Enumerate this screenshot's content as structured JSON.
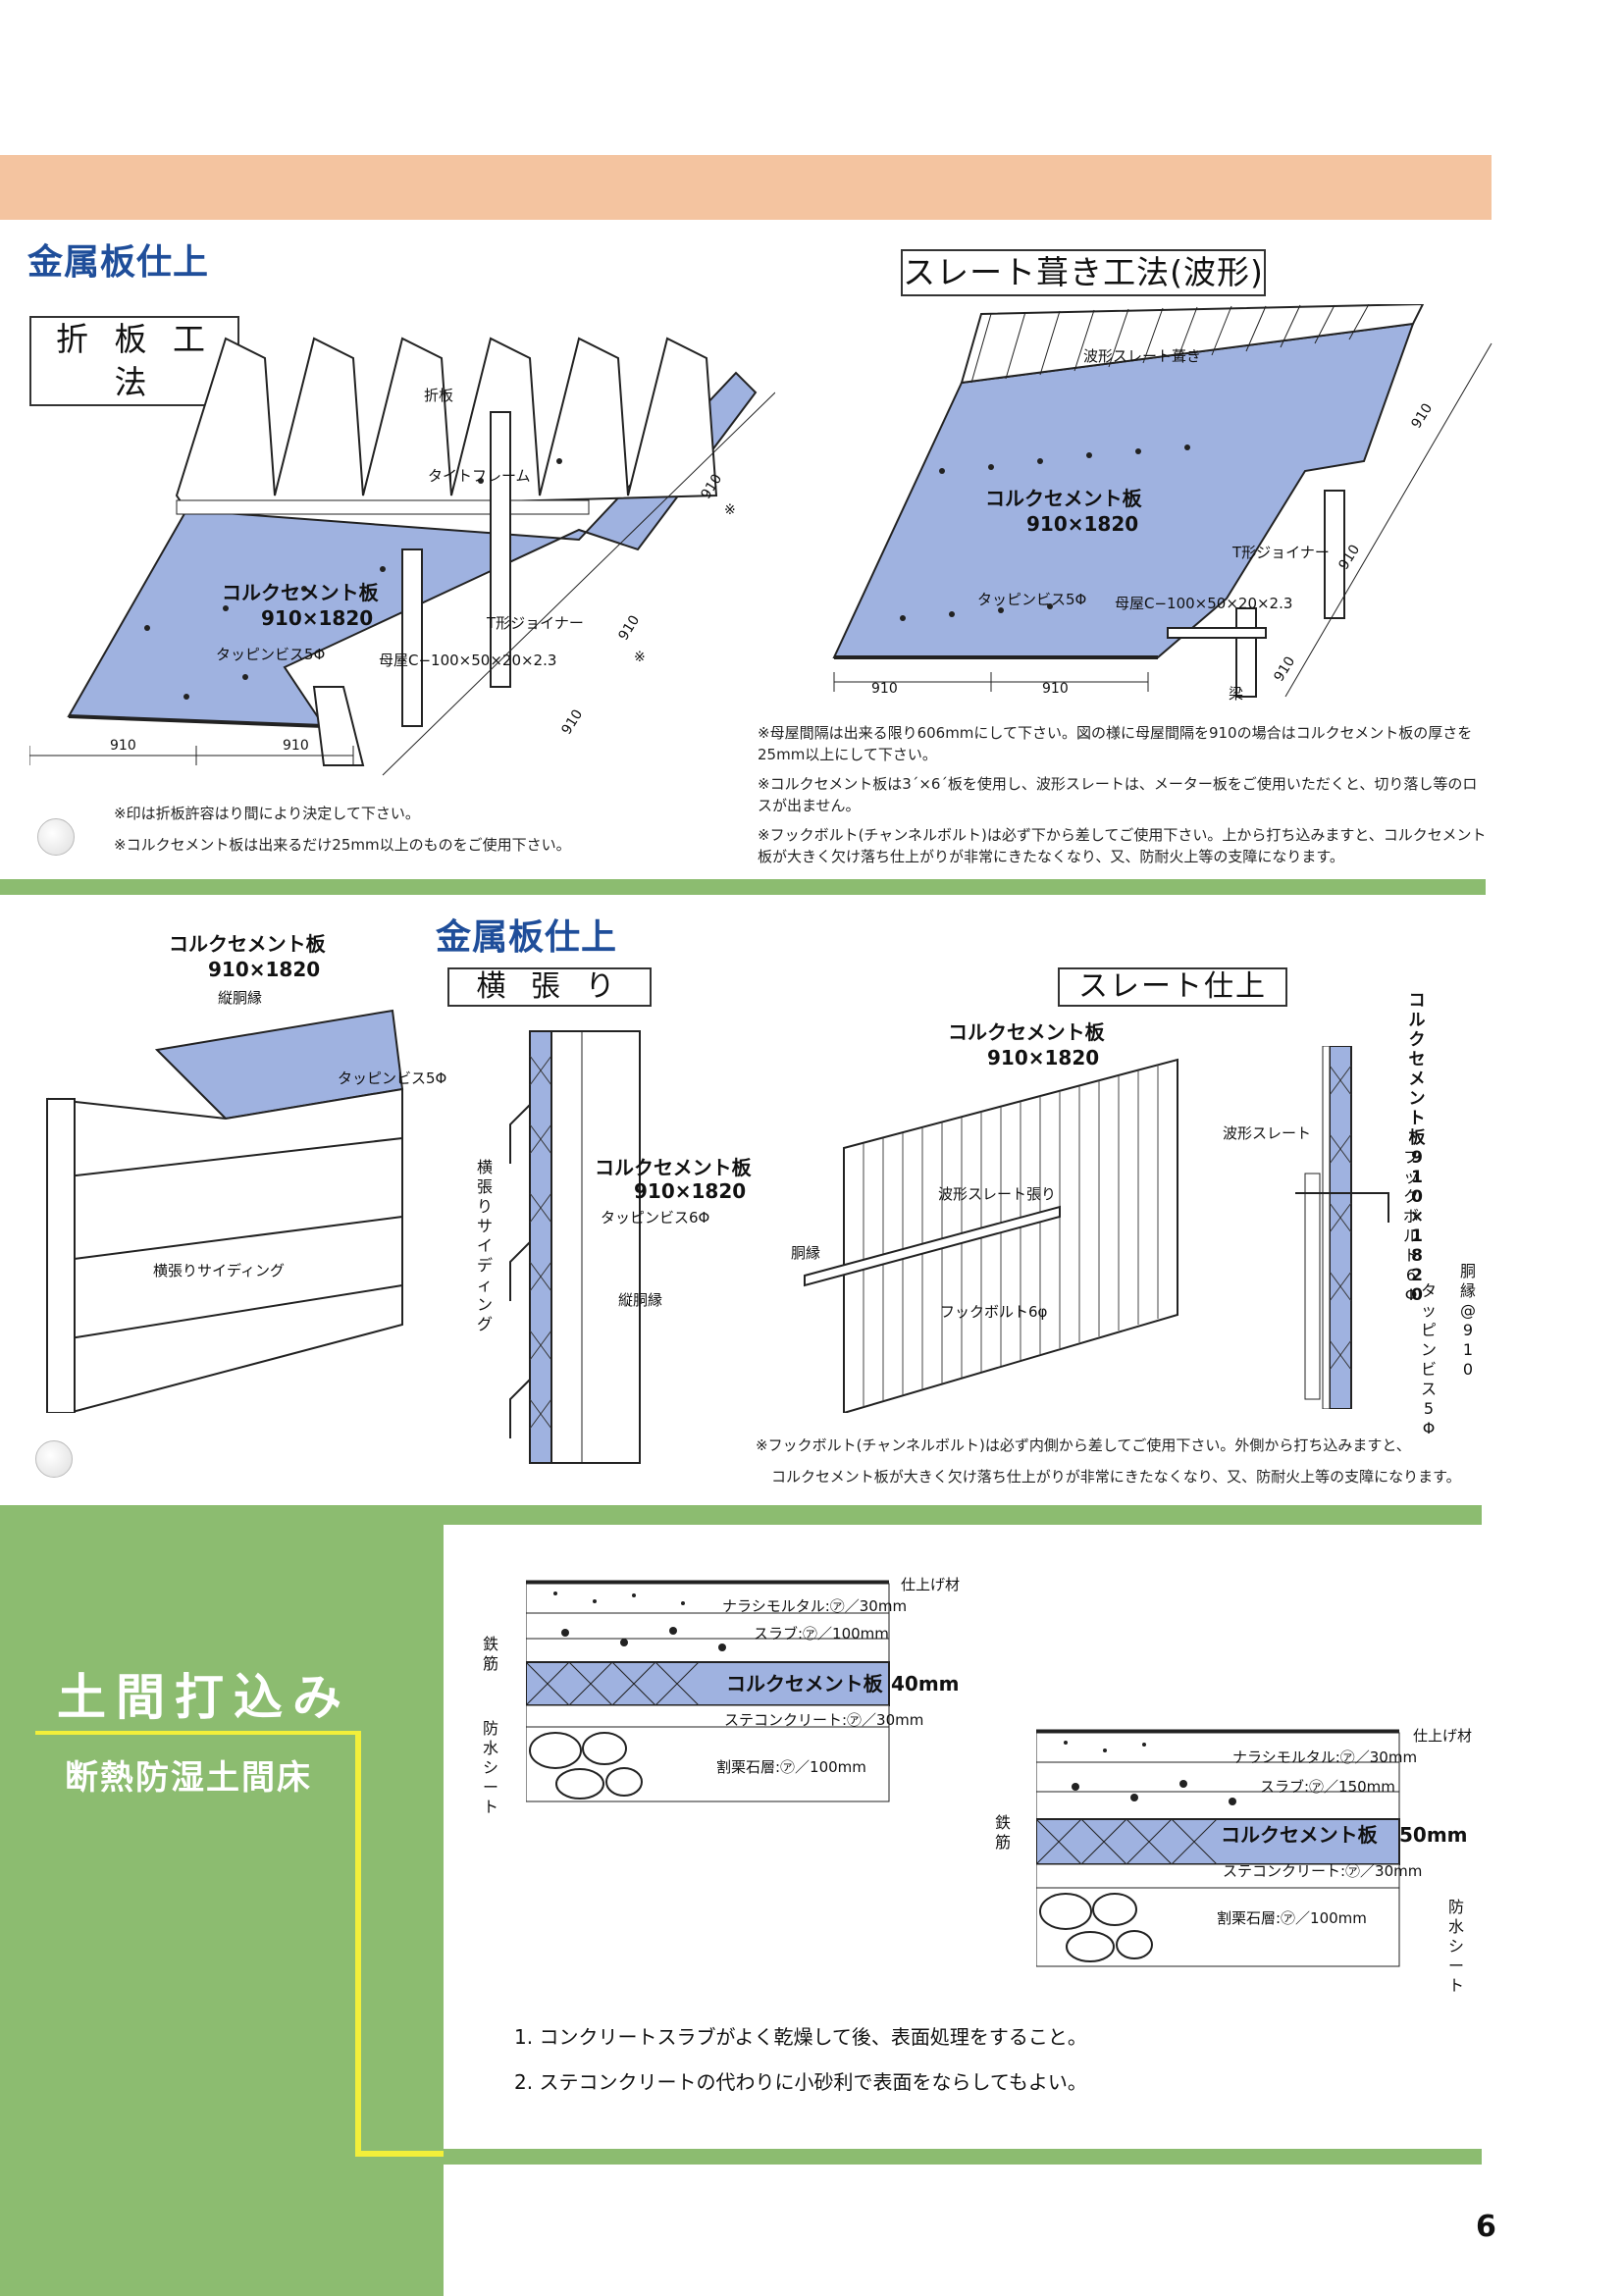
{
  "section1": {
    "title": "金属板仕上",
    "left_box": "折 板 工 法",
    "right_box": "スレート葺き工法(波形)",
    "left_labels": {
      "orihan": "折板",
      "tight_frame": "タイトフレーム",
      "board_name": "コルクセメント板",
      "board_size": "910×1820",
      "screw": "タッピンビス5Φ",
      "joiner": "T形ジョイナー",
      "purlin": "母屋C−100×50×20×2.3",
      "dim": "910",
      "asterisk": "※"
    },
    "right_labels": {
      "slate": "波形スレート葺き",
      "board_name": "コルクセメント板",
      "board_size": "910×1820",
      "screw": "タッピンビス5Φ",
      "joiner": "T形ジョイナー",
      "purlin": "母屋C−100×50×20×2.3",
      "beam": "梁",
      "dim": "910"
    },
    "left_notes": [
      "※印は折板許容はり間により決定して下さい。",
      "※コルクセメント板は出来るだけ25mm以上のものをご使用下さい。"
    ],
    "right_notes": [
      "※母屋間隔は出来る限り606mmにして下さい。図の様に母屋間隔を910の場合はコルクセメント板の厚さを25mm以上にして下さい。",
      "※コルクセメント板は3´×6´板を使用し、波形スレートは、メーター板をご使用いただくと、切り落し等のロスが出ません。",
      "※フックボルト(チャンネルボルト)は必ず下から差してご使用下さい。上から打ち込みますと、コルクセメント板が大きく欠け落ち仕上がりが非常にきたなくなり、又、防耐火上等の支障になります。"
    ]
  },
  "section2": {
    "title": "金属板仕上",
    "box1": "横 張 り",
    "box2": "スレート仕上",
    "labels": {
      "board_name": "コルクセメント板",
      "board_size": "910×1820",
      "tate_douen": "縦胴縁",
      "screw5": "タッピンビス5Φ",
      "siding": "横張りサイディング",
      "siding_v": "横張りサイディング",
      "screw6": "タッピンビス6Φ",
      "slate_hari": "波形スレート張り",
      "douen": "胴縁",
      "hook6": "フックボルト6φ",
      "slate": "波形スレート",
      "v_board": "コルクセメント板910×1820",
      "v_hook": "フックボルト6Φ",
      "v_douen": "胴縁@910",
      "v_screw": "タッピンビス5Φ"
    },
    "notes": [
      "※フックボルト(チャンネルボルト)は必ず内側から差してご使用下さい。外側から打ち込みますと、",
      "コルクセメント板が大きく欠け落ち仕上がりが非常にきたなくなり、又、防耐火上等の支障になります。"
    ]
  },
  "section3": {
    "title": "土間打込み",
    "subtitle": "断熱防湿土間床",
    "diagram1": {
      "finish": "仕上げ材",
      "mortar": "ナラシモルタル:㋐／30mm",
      "slab": "スラブ:㋐／100mm",
      "board": "コルクセメント板",
      "board_thick": "40mm",
      "sute": "ステコンクリート:㋐／30mm",
      "gravel": "割栗石層:㋐／100mm",
      "rebar": "鉄筋",
      "membrane": "防水シート"
    },
    "diagram2": {
      "finish": "仕上げ材",
      "mortar": "ナラシモルタル:㋐／30mm",
      "slab": "スラブ:㋐／150mm",
      "board": "コルクセメント板",
      "board_thick": "50mm",
      "sute": "ステコンクリート:㋐／30mm",
      "gravel": "割栗石層:㋐／100mm",
      "rebar": "鉄筋",
      "membrane": "防水シート"
    },
    "notes": [
      "1. コンクリートスラブがよく乾燥して後、表面処理をすること。",
      "2. ステコンクリートの代わりに小砂利で表面をならしてもよい。"
    ]
  },
  "page_number": "6",
  "colors": {
    "orange_band": "#f4c4a0",
    "green_band": "#8cbc70",
    "board_blue": "#9fb2e0",
    "title_blue": "#1f4e9a",
    "yellow_line": "#f2ef3a"
  }
}
